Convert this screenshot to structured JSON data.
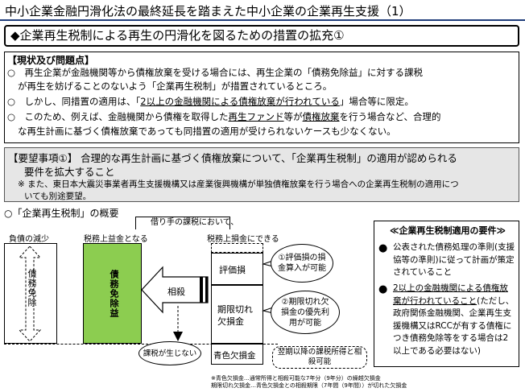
{
  "title": "中小企業金融円滑化法の最終延長を踏まえた中小企業の企業再生支援（1）",
  "subtitle": "◆企業再生税制による再生の円滑化を図るための措置の拡充①",
  "status": {
    "heading": "【現状及び問題点】",
    "l1a": "○　再生企業が金融機関等から債権放棄を受ける場合には、再生企業の「債務免除益」に対する課税",
    "l1b": "が再生を妨げることのないよう「企業再生税制」が措置されているところ。",
    "l2a": "○　しかし、同措置の適用は、「",
    "l2u": "2以上の金融機関による債権放棄が行われている",
    "l2b": "」場合等に限定。",
    "l3a": "○　このため、例えば、金融機関から債権を取得した",
    "l3u1": "再生ファンド",
    "l3b": "等が",
    "l3u2": "債権放棄",
    "l3c": "を行う場合など、合理的",
    "l3d": "な再生計画に基づく債権放棄であっても同措置の適用が受けられないケースも少なくない。"
  },
  "request": {
    "l1": "【要望事項①】 合理的な再生計画に基づく債権放棄について、「企業再生税制」の適用が認められる",
    "l2": "要件を拡大すること",
    "n1": "※ また、東日本大震災事業者再生支援機構又は産業復興機構が単独債権放棄を行う場合への企業再生税制の適用につ",
    "n2": "いても別途要望。"
  },
  "overview": {
    "heading": "○「企業再生税制」の概要",
    "callout": "借り手の課税において、",
    "col1_label": "負債の減少",
    "col2_label": "税務上益金となる",
    "col3_label": "税務上損金にできる",
    "debt_forgive": "債務免除",
    "debt_gain": "債務免除益",
    "offset": "相殺",
    "valuation_loss": "評価損",
    "expired_loss_1": "期限切れ",
    "expired_loss_2": "欠損金",
    "blue_loss": "青色欠損金",
    "bubble1": "①評価損の損金算入が可能",
    "bubble2": "②期限切れ欠損金の優先利用が可能",
    "no_tax": "課税が生じない",
    "carryover": "翌期以降の課税所得と相殺可能",
    "foot1": "※青色欠損金…通常所得と相殺可能な7年分（9年分）の繰越欠損金",
    "foot2": "期限切れ欠損金…青色欠損金との相殺期限（7年間（9年間））が切れた欠損金"
  },
  "requirements": {
    "heading": "≪企業再生税制適用の要件≫",
    "i1": "公表された債務処理の準則(支援協等の準則)に従って計画が策定されていること",
    "i2u": "2以上の金融機関による債権放棄が行われていること",
    "i2": "(ただし、政府関係金融機関、企業再生支援機構又はRCCが有する債権につき債務免除等をする場合は2以上である必要はない)"
  },
  "colors": {
    "green": "#8ccd50",
    "rule": "#1f3d7a",
    "gray": "#e6e6e6"
  }
}
